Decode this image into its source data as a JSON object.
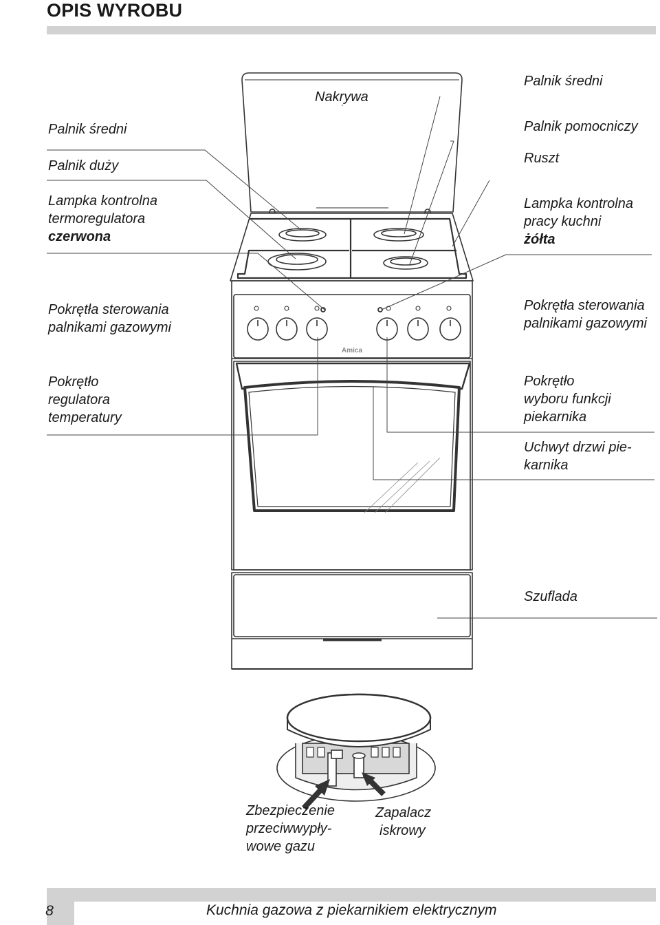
{
  "header": {
    "title": "OPIS WYROBU"
  },
  "labels": {
    "lid": "Nakrywa",
    "left": {
      "burner_medium": "Palnik średni",
      "burner_large": "Palnik duży",
      "thermo_lamp_1": "Lampka kontrolna",
      "thermo_lamp_2": "termoregulatora",
      "thermo_lamp_3": "czerwona",
      "gas_knobs_1": "Pokrętła sterowania",
      "gas_knobs_2": "palnikami gazowymi",
      "temp_knob_1": "Pokrętło",
      "temp_knob_2": "regulatora",
      "temp_knob_3": "temperatury"
    },
    "right": {
      "burner_medium": "Palnik średni",
      "burner_aux": "Palnik pomocniczy",
      "grate": "Ruszt",
      "work_lamp_1": "Lampka kontrolna",
      "work_lamp_2": "pracy kuchni",
      "work_lamp_3": "żółta",
      "gas_knobs_1": "Pokrętła sterowania",
      "gas_knobs_2": "palnikami gazowymi",
      "func_knob_1": "Pokrętło",
      "func_knob_2": "wyboru funkcji",
      "func_knob_3": "piekarnika",
      "door_handle_1": "Uchwyt drzwi pie-",
      "door_handle_2": "karnika",
      "drawer": "Szuflada"
    },
    "burner": {
      "safety_1": "Zbezpieczenie",
      "safety_2": "przeciwwypły-",
      "safety_3": "wowe gazu",
      "igniter_1": "Zapalacz",
      "igniter_2": "iskrowy"
    },
    "brand": "Amica"
  },
  "footer": {
    "page_number": "8",
    "document_title": "Kuchnia gazowa z piekarnikiem elektrycznym"
  }
}
